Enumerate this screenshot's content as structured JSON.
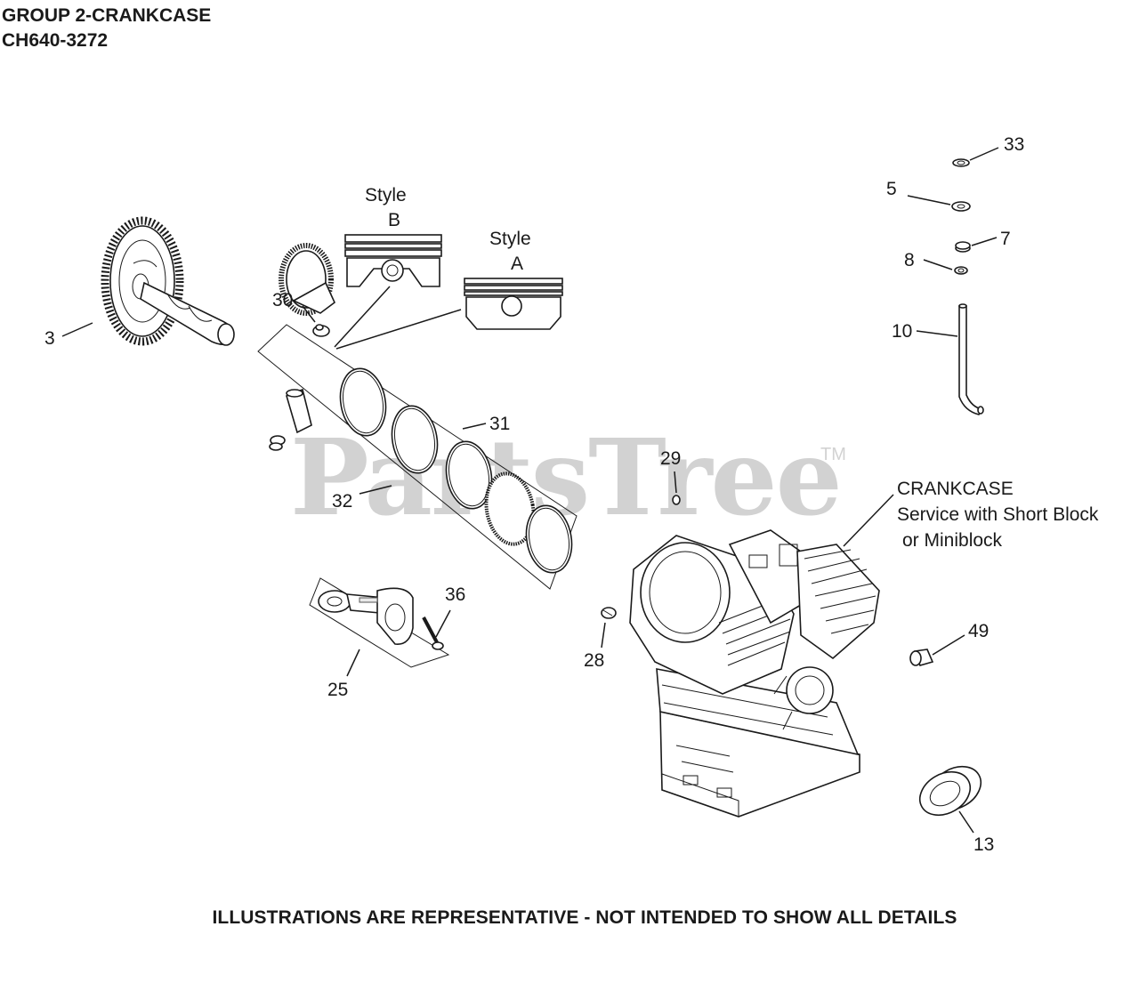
{
  "header": {
    "group": "GROUP 2-CRANKCASE",
    "model": "CH640-3272"
  },
  "watermark": {
    "brand": "PartsTree",
    "tm": "TM"
  },
  "callouts": {
    "p3": "3",
    "p30": "30",
    "p31": "31",
    "p32": "32",
    "p25": "25",
    "p36": "36",
    "p28": "28",
    "p29": "29",
    "p33": "33",
    "p5": "5",
    "p7": "7",
    "p8": "8",
    "p10": "10",
    "p49": "49",
    "p13": "13"
  },
  "styles": {
    "b": {
      "word": "Style",
      "letter": "B"
    },
    "a": {
      "word": "Style",
      "letter": "A"
    }
  },
  "crankcase": {
    "line1": "CRANKCASE",
    "line2": "Service with Short Block",
    "line3": "or Miniblock"
  },
  "footer": {
    "disclaimer": "ILLUSTRATIONS ARE REPRESENTATIVE - NOT INTENDED TO SHOW ALL DETAILS"
  }
}
